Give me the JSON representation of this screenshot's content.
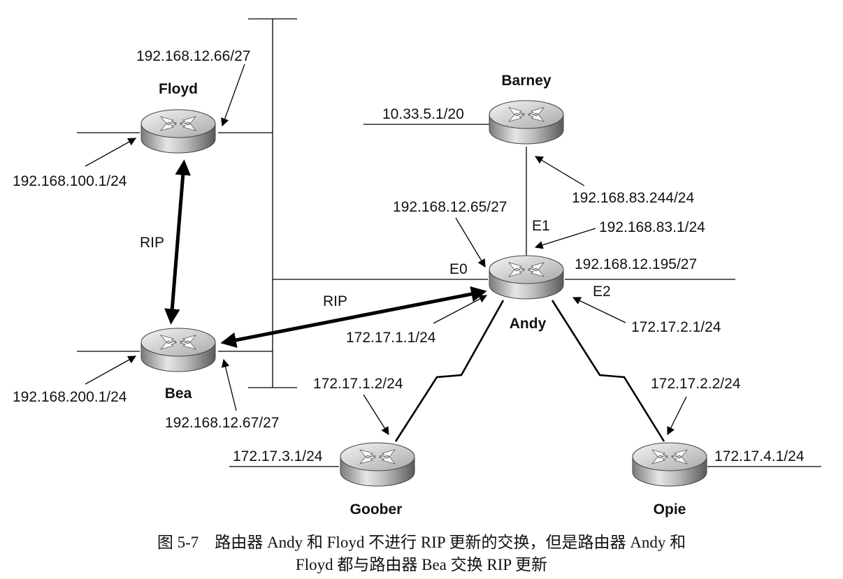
{
  "routers": {
    "floyd": "Floyd",
    "barney": "Barney",
    "andy": "Andy",
    "bea": "Bea",
    "goober": "Goober",
    "opie": "Opie"
  },
  "addresses": {
    "floyd_e": "192.168.12.66/27",
    "floyd_w": "192.168.100.1/24",
    "barney_w": "10.33.5.1/20",
    "barney_s": "192.168.83.244/24",
    "andy_e0": "192.168.12.65/27",
    "andy_e1": "192.168.83.1/24",
    "andy_e2": "192.168.12.195/27",
    "andy_s0": "172.17.1.1/24",
    "andy_s1": "172.17.2.1/24",
    "bea_w": "192.168.200.1/24",
    "bea_e": "192.168.12.67/27",
    "goober_s": "172.17.1.2/24",
    "goober_w": "172.17.3.1/24",
    "opie_s": "172.17.2.2/24",
    "opie_e": "172.17.4.1/24"
  },
  "interfaces": {
    "e0": "E0",
    "e1": "E1",
    "e2": "E2"
  },
  "protocols": {
    "rip_floyd_bea": "RIP",
    "rip_bea_andy": "RIP"
  },
  "caption": {
    "line1": "图 5-7　路由器 Andy 和 Floyd 不进行 RIP 更新的交换，但是路由器 Andy 和",
    "line2": "Floyd 都与路由器 Bea 交换 RIP 更新"
  }
}
